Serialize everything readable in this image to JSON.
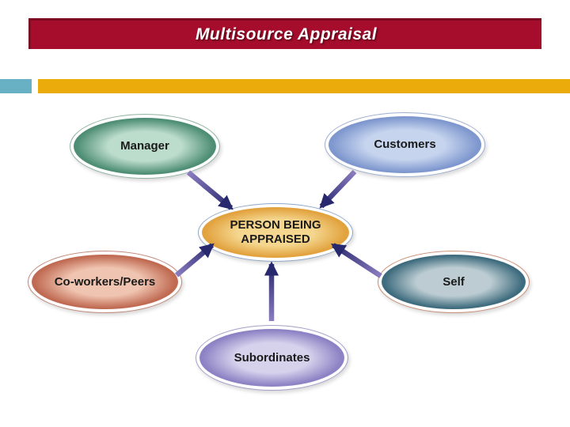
{
  "slide": {
    "title": "Multisource Appraisal",
    "colors": {
      "title_bar": "#A60D2C",
      "title_text": "#FFFFFF",
      "accent_bar": "#EBAB0B",
      "accent_square": "#68B0C4",
      "background": "#FFFFFF"
    }
  },
  "diagram": {
    "nodes": [
      {
        "id": "person-being-appraised",
        "label": "PERSON BEING APPRAISED",
        "edge_color": "#E2A23E",
        "center_color": "#F4D68E",
        "outline_color": "#8FA8C8"
      },
      {
        "id": "manager",
        "label": "Manager",
        "edge_color": "#4E8E74",
        "center_color": "#BCDCCC",
        "outline_color": "#93B3A3"
      },
      {
        "id": "customers",
        "label": "Customers",
        "edge_color": "#7E97CE",
        "center_color": "#C6D4EE",
        "outline_color": "#9FAFD0"
      },
      {
        "id": "co-workers-peers",
        "label": "Co-workers/Peers",
        "edge_color": "#C06A52",
        "center_color": "#EFC4B0",
        "outline_color": "#C08878"
      },
      {
        "id": "self",
        "label": "Self",
        "edge_color": "#3E6C7E",
        "center_color": "#BCCCD2",
        "outline_color": "#C89078"
      },
      {
        "id": "subordinates",
        "label": "Subordinates",
        "edge_color": "#8D82C4",
        "center_color": "#D6D2EC",
        "outline_color": "#A8A0C8"
      }
    ],
    "arrows": {
      "tail_color": "#8B7DC0",
      "head_color": "#28286E",
      "connections": [
        {
          "from": "manager",
          "to": "person-being-appraised"
        },
        {
          "from": "customers",
          "to": "person-being-appraised"
        },
        {
          "from": "co-workers-peers",
          "to": "person-being-appraised"
        },
        {
          "from": "self",
          "to": "person-being-appraised"
        },
        {
          "from": "subordinates",
          "to": "person-being-appraised"
        }
      ]
    }
  }
}
